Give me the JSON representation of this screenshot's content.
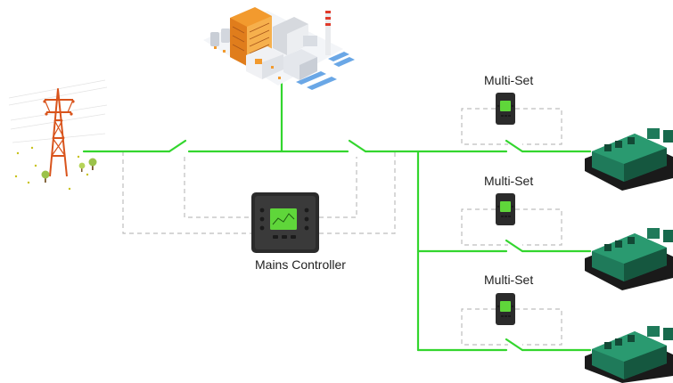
{
  "labels": {
    "mains_controller": "Mains Controller",
    "multi_set_1": "Multi-Set",
    "multi_set_2": "Multi-Set",
    "multi_set_3": "Multi-Set"
  },
  "colors": {
    "bus_line": "#33d62e",
    "control_wire": "#bdbdbd",
    "controller_body": "#2b2b2b",
    "controller_screen": "#5fd63a",
    "generator_body": "#1f7a5a",
    "generator_base": "#1a1a1a",
    "pylon": "#d9541c",
    "plant_orange": "#f29a2e",
    "plant_grey": "#d6d9de"
  }
}
